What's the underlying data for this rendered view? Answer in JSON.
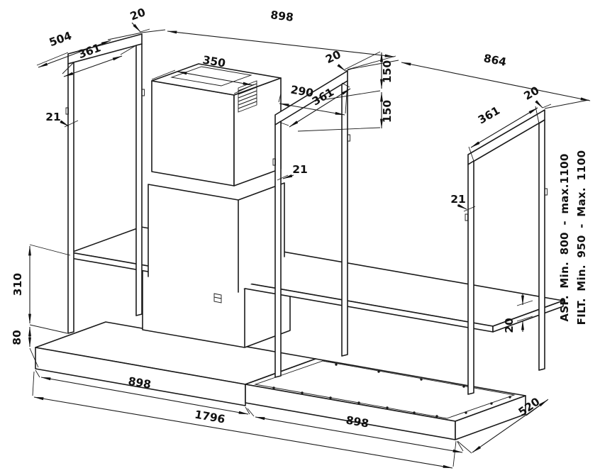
{
  "diagram": {
    "background": "#ffffff",
    "line_color": "#1a1a1a",
    "labels": {
      "d504": "504",
      "d361_left": "361",
      "d20_top_left": "20",
      "d898_top": "898",
      "d350": "350",
      "d20_mid": "20",
      "d290": "290",
      "d361_mid": "361",
      "d150_upper": "150",
      "d150_lower": "150",
      "d864": "864",
      "d361_right": "361",
      "d20_right": "20",
      "d21_left": "21",
      "d21_mid": "21",
      "d21_right": "21",
      "d310": "310",
      "d80": "80",
      "d20_shelf": "20",
      "d898_bottom_left": "898",
      "d1796": "1796",
      "d898_bottom_right": "898",
      "d520": "520"
    },
    "notes": {
      "asp": "ASP. Min. 800 - max.1100",
      "filt": "FILT. Min. 950 - Max. 1100"
    }
  }
}
